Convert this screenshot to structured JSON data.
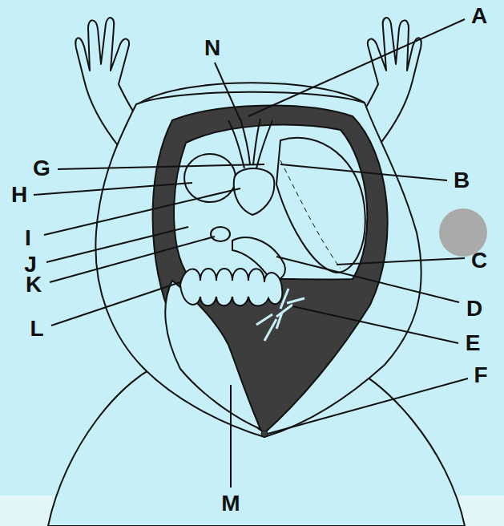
{
  "diagram": {
    "labels": [
      "N",
      "A",
      "G",
      "B",
      "H",
      "I",
      "J",
      "C",
      "K",
      "D",
      "L",
      "E",
      "F",
      "M"
    ]
  }
}
